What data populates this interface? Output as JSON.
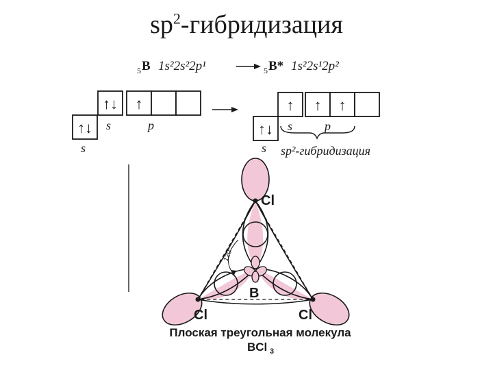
{
  "title": {
    "base": "sp",
    "superscript": "2",
    "rest": "-гибридизация"
  },
  "configuration": {
    "ground_state": {
      "number": "5",
      "symbol": "B",
      "formula": "1s²2s²2p¹"
    },
    "excited_state": {
      "number": "5",
      "symbol": "B*",
      "formula": "1s²2s¹2p²"
    }
  },
  "orbital_diagrams": {
    "left": {
      "label_1s": "s",
      "label_2s": "s",
      "label_2p": "p",
      "cells_1s": [
        "↑↓"
      ],
      "cells_2s": [
        "↑↓"
      ],
      "cells_2p": [
        "↑",
        "",
        ""
      ]
    },
    "right": {
      "label_1s": "s",
      "label_2s": "s",
      "label_2p": "p",
      "cells_1s": [
        "↑↓"
      ],
      "cells_2s": [
        "↑"
      ],
      "cells_2p": [
        "↑",
        "↑",
        ""
      ],
      "hybrid_label": "sp²-гибридизация"
    }
  },
  "molecule": {
    "central_atom": "B",
    "ligands": [
      "Cl",
      "Cl",
      "Cl"
    ],
    "angle_label": "120°",
    "caption_line1": "Плоская треугольная молекула",
    "caption_line2_base": "BCl",
    "caption_line2_sub": "3"
  },
  "colors": {
    "lobe_fill": "#f2c8d8",
    "line": "#1a1a1a",
    "title": "#1a1a1a"
  }
}
